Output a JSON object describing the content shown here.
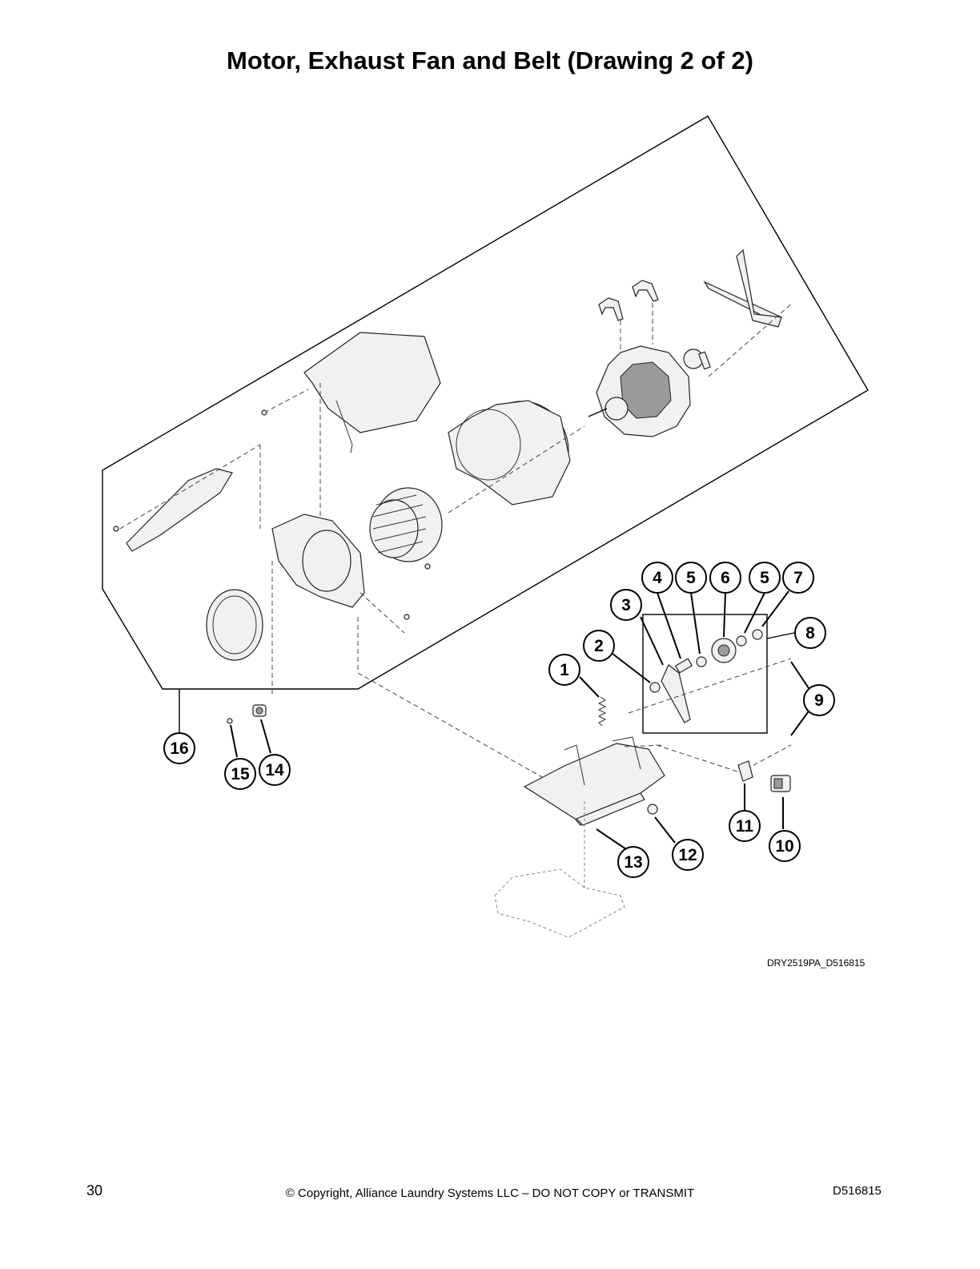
{
  "page": {
    "title": "Motor, Exhaust Fan and Belt (Drawing 2 of 2)",
    "drawing_id": "DRY2519PA_D516815"
  },
  "callouts": [
    "1",
    "2",
    "3",
    "4",
    "5",
    "6",
    "5",
    "7",
    "8",
    "9",
    "10",
    "11",
    "12",
    "13",
    "14",
    "15",
    "16"
  ],
  "footer": {
    "page_number": "30",
    "copyright": "© Copyright, Alliance Laundry Systems LLC – DO NOT COPY or TRANSMIT",
    "doc_number": "D516815"
  }
}
